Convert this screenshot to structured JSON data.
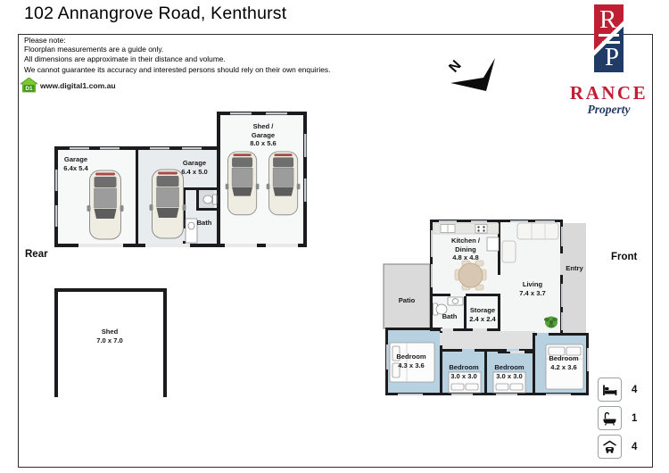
{
  "title": "102 Annangrove Road, Kenthurst",
  "note": {
    "heading": "Please note:",
    "line1": "Floorplan measurements are a guide only.",
    "line2": "All dimensions are approximate in their distance and volume.",
    "line3": "We cannot guarantee its accuracy and interested persons should rely on their own enquiries."
  },
  "digital1": {
    "badge": "D1",
    "website": "www.digital1.com.au"
  },
  "compass": {
    "label": "N"
  },
  "orientation": {
    "rear": "Rear",
    "front": "Front"
  },
  "branding": {
    "agency_name": "RANCE",
    "tagline": "Property",
    "logo_top_letter": "R",
    "logo_bottom_letter": "P",
    "brand_red": "#c01f33",
    "brand_navy": "#1f3b66"
  },
  "rooms": {
    "garage1": {
      "label": "Garage",
      "dims": "6.4x 5.4"
    },
    "garage2": {
      "label": "Garage",
      "dims": "6.4 x 5.0"
    },
    "garage_bath": {
      "label": "Bath"
    },
    "shed_garage": {
      "line1": "Shed /",
      "line2": "Garage",
      "dims": "8.0 x 5.6"
    },
    "shed": {
      "label": "Shed",
      "dims": "7.0 x 7.0"
    },
    "kitchen_dining": {
      "line1": "Kitchen /",
      "line2": "Dining",
      "dims": "4.8 x 4.8"
    },
    "living": {
      "label": "Living",
      "dims": "7.4 x 3.7"
    },
    "entry": {
      "label": "Entry"
    },
    "patio": {
      "label": "Patio"
    },
    "bath": {
      "label": "Bath"
    },
    "storage": {
      "label": "Storage",
      "dims": "2.4 x 2.4"
    },
    "bedroom1": {
      "label": "Bedroom",
      "dims": "4.3 x 3.6"
    },
    "bedroom2": {
      "label": "Bedroom",
      "dims": "3.0 x 3.0"
    },
    "bedroom3": {
      "label": "Bedroom",
      "dims": "3.0 x 3.0"
    },
    "bedroom4": {
      "label": "Bedroom",
      "dims": "4.2 x 3.6"
    }
  },
  "legend": {
    "bedrooms": {
      "icon": "bed-icon",
      "count": "4"
    },
    "bathrooms": {
      "icon": "bath-icon",
      "count": "1"
    },
    "car_spaces": {
      "icon": "car-icon",
      "count": "4"
    }
  },
  "plan_colors": {
    "wall": "#1c1c1e",
    "bedroom_floor": "#b7d1e1",
    "garage_floor": "#e9ecef",
    "hall_floor": "#e0e0e0"
  }
}
